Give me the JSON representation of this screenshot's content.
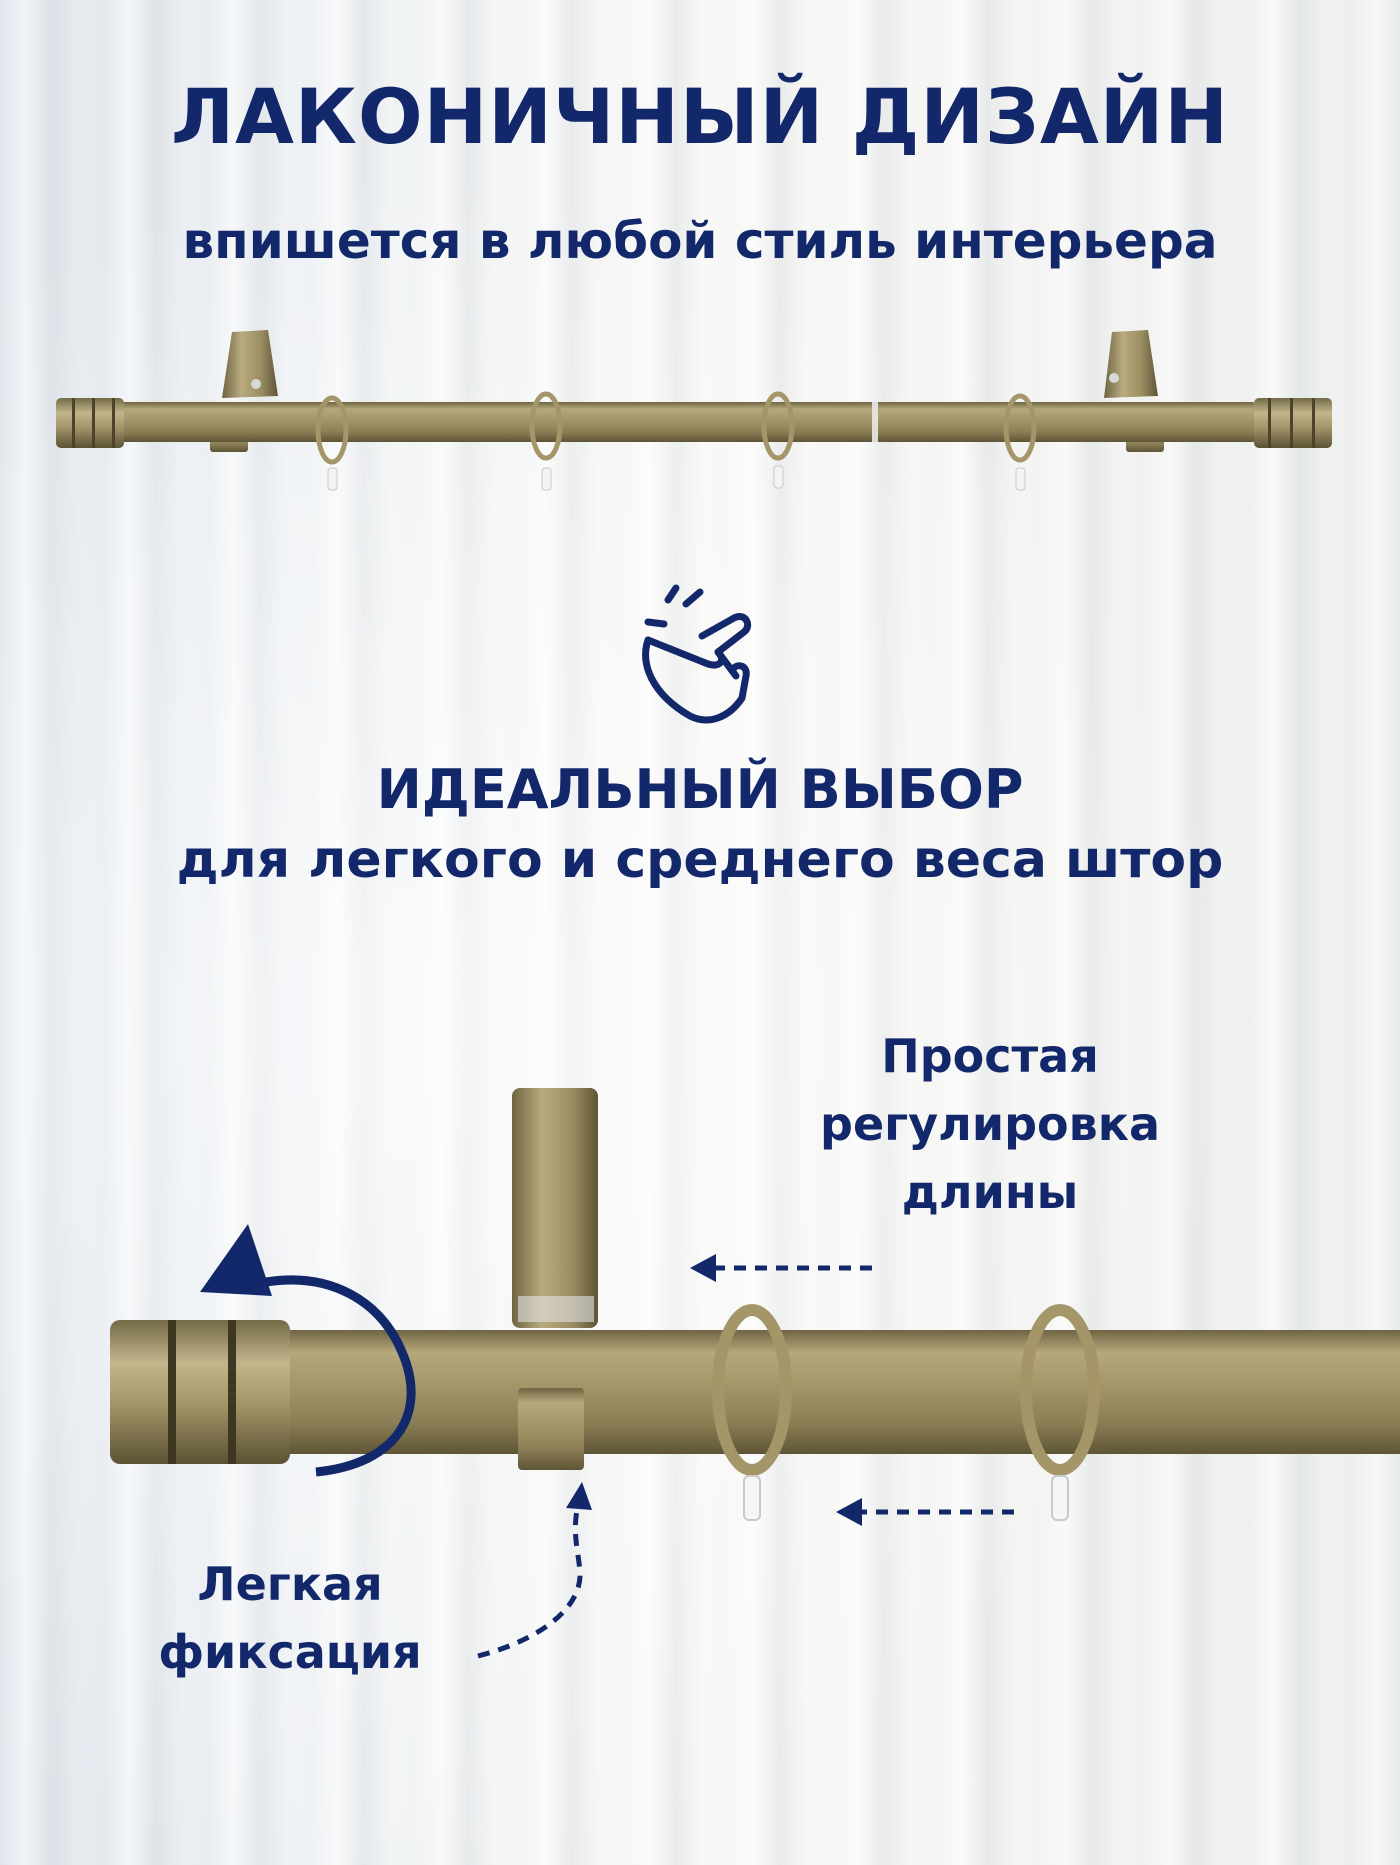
{
  "headline": "ЛАКОНИЧНЫЙ ДИЗАЙН",
  "subheadline": "впишется в любой стиль интерьера",
  "choice": {
    "title": "ИДЕАЛЬНЫЙ ВЫБОР",
    "subtitle": "для легкого и среднего веса штор"
  },
  "callouts": {
    "adjust": [
      "Простая",
      "регулировка",
      "длины"
    ],
    "fix": [
      "Легкая",
      "фиксация"
    ]
  },
  "icons": {
    "gesture": "finger-snap-icon",
    "rotate": "rotate-arrow-icon",
    "arrow": "dashed-arrow-icon"
  },
  "colors": {
    "text": "#12286b",
    "brass": "#9c8f62",
    "background": "#f2f3f3"
  }
}
